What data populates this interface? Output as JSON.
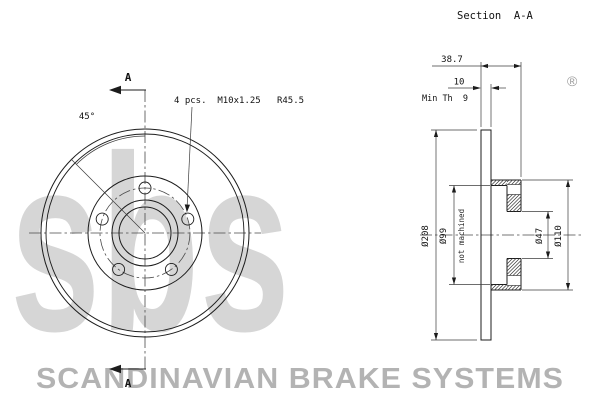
{
  "watermark": {
    "logo_text": "sbs",
    "registered_mark": "®",
    "tagline": "SCANDINAVIAN BRAKE SYSTEMS"
  },
  "front_view": {
    "angle_label": "45°",
    "bolt_spec_label": "4 pcs.  M10x1.25   R45.5",
    "section_label_top": "A",
    "section_label_bottom": "A"
  },
  "section_view": {
    "title": "Section  A-A",
    "overall_width": "38.7",
    "disc_thickness": "10",
    "min_thickness": "Min Th  9",
    "outer_diameter": "Ø208",
    "hat_inner_diameter": "Ø99",
    "not_machined_note": "not machined",
    "center_bore_diameter": "Ø47",
    "hat_outer_diameter": "Ø110"
  }
}
